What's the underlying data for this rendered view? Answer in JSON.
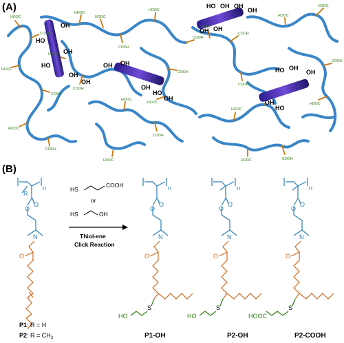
{
  "panels": {
    "a_label": "(A)",
    "b_label": "(B)"
  },
  "panel_a": {
    "cooh_text": "HOOC",
    "cooh_text_right": "COOH",
    "oh_text": "OH",
    "ho_text": "HO"
  },
  "panel_b": {
    "reagents": {
      "top": "SH-CH2CH2-COOH",
      "hs_label": "HS",
      "cooh_label": "COOH",
      "or_label": "or",
      "oh_label": "OH",
      "condition_line1": "Thiol-ene",
      "condition_line2": "Click Reaction"
    },
    "atoms": {
      "R": "R",
      "n": "n",
      "O": "O",
      "N": "N",
      "S": "S",
      "HO": "HO",
      "HOOC": "HOOC"
    },
    "compounds": [
      {
        "key": "p1oh",
        "name": "P1-OH"
      },
      {
        "key": "p2oh",
        "name": "P2-OH"
      },
      {
        "key": "p2cooh",
        "name": "P2-COOH"
      }
    ],
    "legend": {
      "p1_label": "P1",
      "p1_def": ": R = H",
      "p2_label": "P2",
      "p2_def": ": R = CH",
      "p2_sub": "3"
    }
  },
  "colors": {
    "polymer_chain": "#3a86c8",
    "side_chain": "#c8780f",
    "cooh_green": "#2e7d12",
    "rod_dark": "#2b1b8c",
    "rod_light": "#6f4bd6",
    "backbone_blue": "#2a7fb8",
    "lipid_orange": "#d2691e",
    "thiol_green": "#2e7d12"
  }
}
